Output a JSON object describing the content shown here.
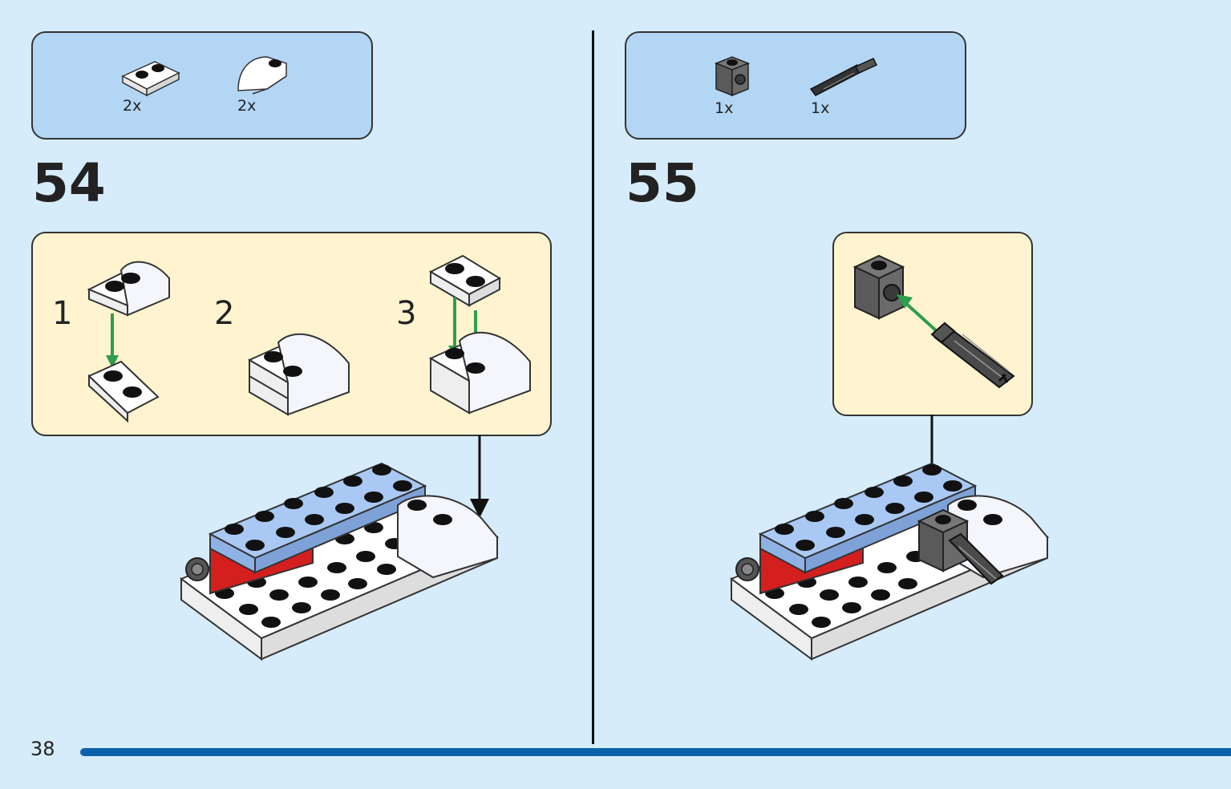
{
  "page_number": "38",
  "steps": [
    {
      "number": "54",
      "parts": [
        {
          "icon": "white-plate-1x2-icon",
          "count": "2x"
        },
        {
          "icon": "white-curved-slope-icon",
          "count": "2x"
        }
      ],
      "sub_steps": [
        "1",
        "2",
        "3"
      ]
    },
    {
      "number": "55",
      "parts": [
        {
          "icon": "dark-gray-technic-brick-icon",
          "count": "1x"
        },
        {
          "icon": "black-axle-connector-icon",
          "count": "1x"
        }
      ]
    }
  ],
  "colors": {
    "background": "#d6ecfa",
    "parts_box": "#b3d6f5",
    "sub_assembly_box": "#fff4cf",
    "page_bar": "#0a62ab",
    "guide_arrow": "#2e9e4f"
  }
}
